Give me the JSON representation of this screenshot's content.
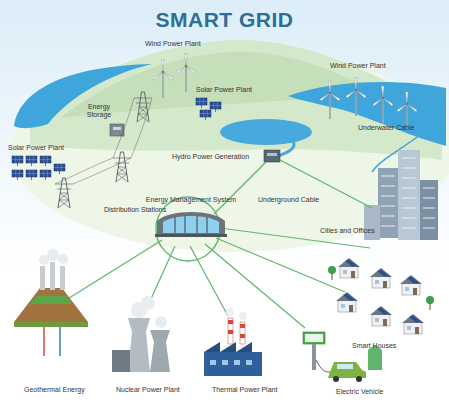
{
  "diagram": {
    "title": "SMART GRID",
    "nodes": [
      {
        "text": [
          "Energy Management System"
        ]
      }
    ],
    "labels": [
      "Wind Power Plant",
      "Wind Power Plant",
      "Solar Power Plant",
      "Energy Storage",
      "Solar Power Plant",
      "Underwater Cable",
      "Hydro Power Generation",
      "Underground Cable",
      "Distribution Stations",
      "Cities and Offices",
      "Smart Houses",
      "Geothermal Energy",
      "Nuclear Power Plant",
      "Thermal Power Plant",
      "Electric Vehicle"
    ]
  }
}
